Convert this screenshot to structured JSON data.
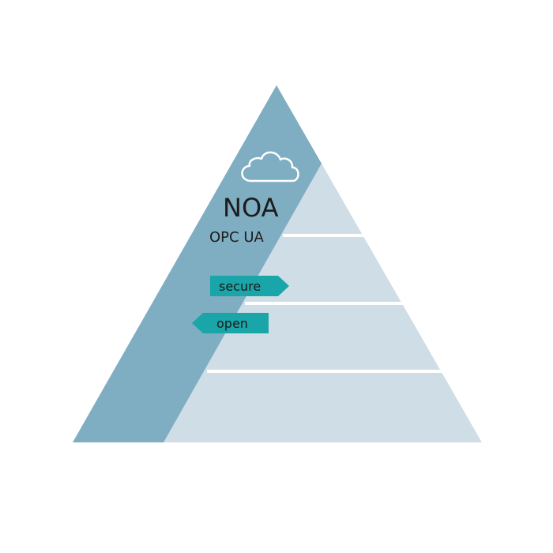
{
  "title": "NOA",
  "subtitle": "OPC UA",
  "arrows": {
    "secure": "secure",
    "open": "open"
  },
  "icons": {
    "cloud": "cloud-icon"
  },
  "colors": {
    "band": "#7fadc2",
    "layer": "#cfdde6",
    "tag": "#1aa5a8",
    "divider": "#ffffff",
    "text": "#1c1c1c"
  }
}
